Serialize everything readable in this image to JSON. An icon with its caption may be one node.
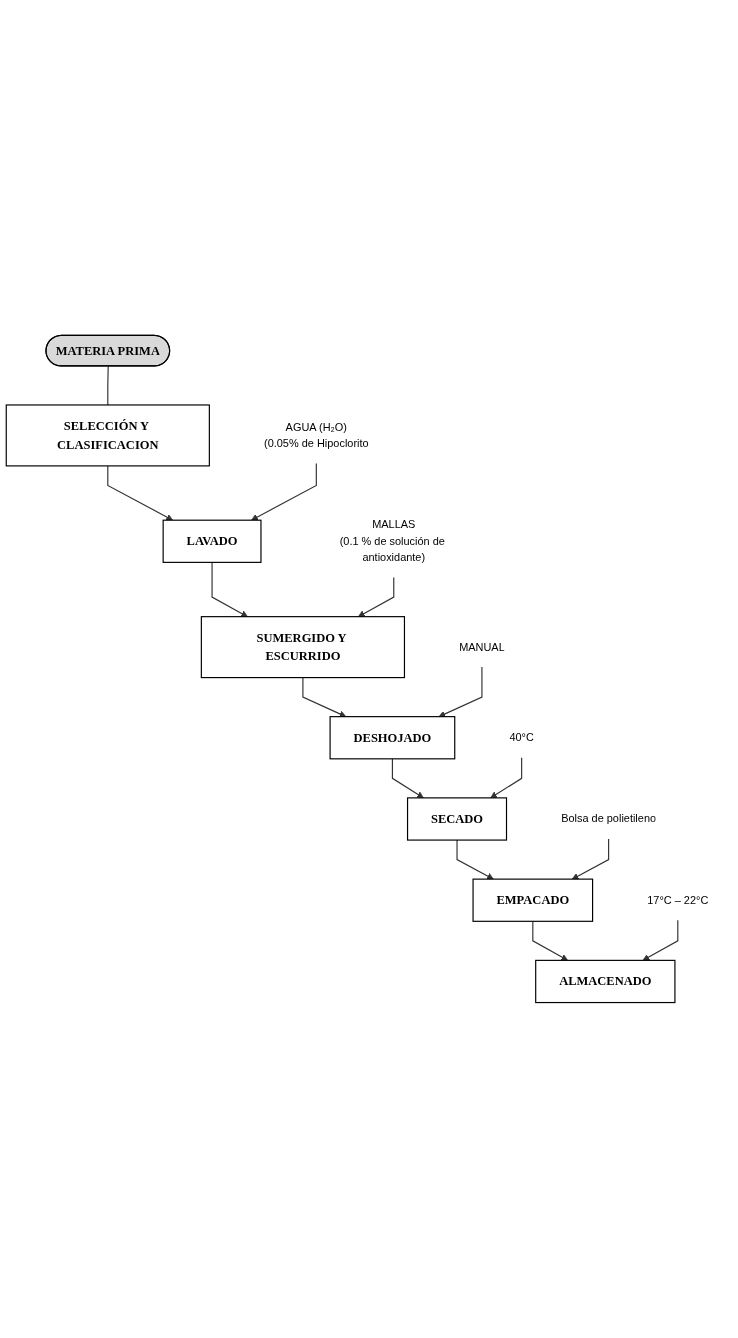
{
  "diagram": {
    "nodes": [
      {
        "text": [
          "MATERIA PRIMA"
        ]
      },
      {
        "text": [
          "SELECCIÓN Y CLASIFICACION"
        ]
      },
      {
        "text": [
          "AGUA (H₂O)",
          "(0.05% de Hipoclorito"
        ]
      },
      {
        "text": [
          "LAVADO"
        ]
      },
      {
        "text": [
          "MALLAS",
          "(0.1 % de solución de antioxidante)"
        ]
      },
      {
        "text": [
          "SUMERGIDO Y ESCURRIDO"
        ]
      },
      {
        "text": [
          "MANUAL"
        ]
      },
      {
        "text": [
          "DESHOJADO"
        ]
      },
      {
        "text": [
          "40°C"
        ]
      },
      {
        "text": [
          "SECADO"
        ]
      },
      {
        "text": [
          "Bolsa de polietileno"
        ]
      },
      {
        "text": [
          "EMPACADO"
        ]
      },
      {
        "text": [
          "17°C – 22°C"
        ]
      },
      {
        "text": [
          "ALMACENADO"
        ]
      }
    ],
    "edges": [
      {
        "from": 0,
        "to": 1,
        "arrow": "none"
      },
      {
        "from": 1,
        "to": 3,
        "arrow": "to"
      },
      {
        "from": 2,
        "to": 3,
        "arrow": "to"
      },
      {
        "from": 3,
        "to": 5,
        "arrow": "to"
      },
      {
        "from": 4,
        "to": 5,
        "arrow": "to"
      },
      {
        "from": 5,
        "to": 7,
        "arrow": "to"
      },
      {
        "from": 6,
        "to": 7,
        "arrow": "to"
      },
      {
        "from": 7,
        "to": 9,
        "arrow": "to"
      },
      {
        "from": 8,
        "to": 9,
        "arrow": "to"
      },
      {
        "from": 9,
        "to": 11,
        "arrow": "to"
      },
      {
        "from": 10,
        "to": 11,
        "arrow": "to"
      },
      {
        "from": 11,
        "to": 13,
        "arrow": "to"
      },
      {
        "from": 12,
        "to": 13,
        "arrow": "to"
      }
    ]
  }
}
